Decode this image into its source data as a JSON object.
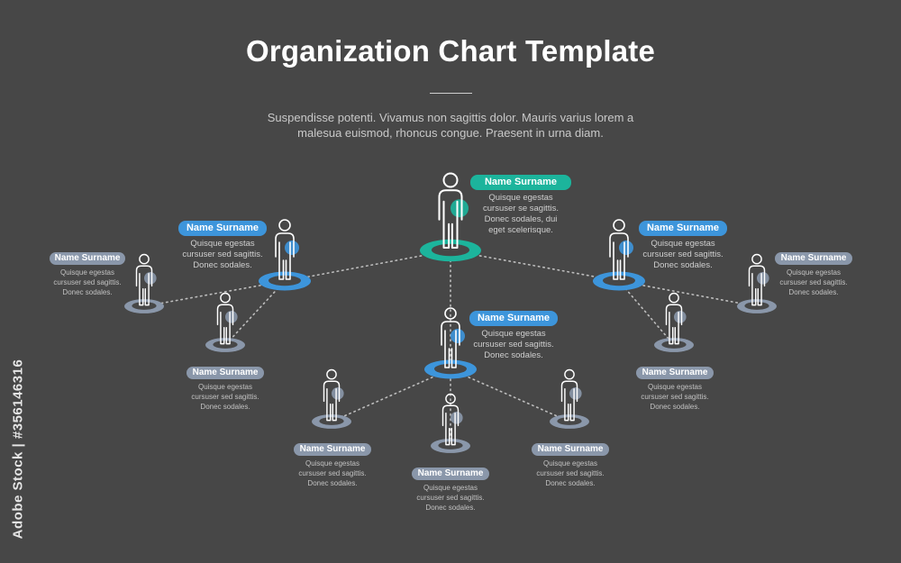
{
  "title": "Organization Chart Template",
  "intro": "Suspendisse potenti. Vivamus non sagittis dolor. Mauris varius lorem a malesua euismod, rhoncus congue. Praesent in urna diam.",
  "watermark": "Adobe Stock | #356146316",
  "colors": {
    "top": "#1cb49c",
    "mid": "#3d95db",
    "low": "#8a97aa",
    "line": "#bdbdbd"
  },
  "nodes": [
    {
      "id": "ceo",
      "level": "top",
      "name": "Name Surname",
      "desc": "Quisque egestas cursuser se sagittis. Donec sodales, dui eget scelerisque."
    },
    {
      "id": "left",
      "level": "mid",
      "name": "Name Surname",
      "desc": "Quisque egestas cursuser sed sagittis. Donec sodales."
    },
    {
      "id": "right",
      "level": "mid",
      "name": "Name Surname",
      "desc": "Quisque egestas cursuser sed sagittis. Donec sodales."
    },
    {
      "id": "center",
      "level": "mid",
      "name": "Name Surname",
      "desc": "Quisque egestas cursuser sed sagittis. Donec sodales."
    },
    {
      "id": "left-far",
      "level": "low",
      "name": "Name Surname",
      "desc": "Quisque egestas cursuser sed sagittis. Donec sodales."
    },
    {
      "id": "left-below",
      "level": "low",
      "name": "Name Surname",
      "desc": "Quisque egestas cursuser sed sagittis. Donec sodales."
    },
    {
      "id": "right-far",
      "level": "low",
      "name": "Name Surname",
      "desc": "Quisque egestas cursuser sed sagittis. Donec sodales."
    },
    {
      "id": "right-below",
      "level": "low",
      "name": "Name Surname",
      "desc": "Quisque egestas cursuser sed sagittis. Donec sodales."
    },
    {
      "id": "bottom-left",
      "level": "low",
      "name": "Name Surname",
      "desc": "Quisque egestas cursuser sed sagittis. Donec sodales."
    },
    {
      "id": "bottom-mid",
      "level": "low",
      "name": "Name Surname",
      "desc": "Quisque egestas cursuser sed sagittis. Donec sodales."
    },
    {
      "id": "bottom-right",
      "level": "low",
      "name": "Name Surname",
      "desc": "Quisque egestas cursuser sed sagittis. Donec sodales."
    }
  ],
  "links": [
    [
      "ceo",
      "left"
    ],
    [
      "ceo",
      "right"
    ],
    [
      "ceo",
      "center"
    ],
    [
      "left",
      "left-far"
    ],
    [
      "left",
      "left-below"
    ],
    [
      "right",
      "right-far"
    ],
    [
      "right",
      "right-below"
    ],
    [
      "center",
      "bottom-left"
    ],
    [
      "center",
      "bottom-mid"
    ],
    [
      "center",
      "bottom-right"
    ]
  ]
}
